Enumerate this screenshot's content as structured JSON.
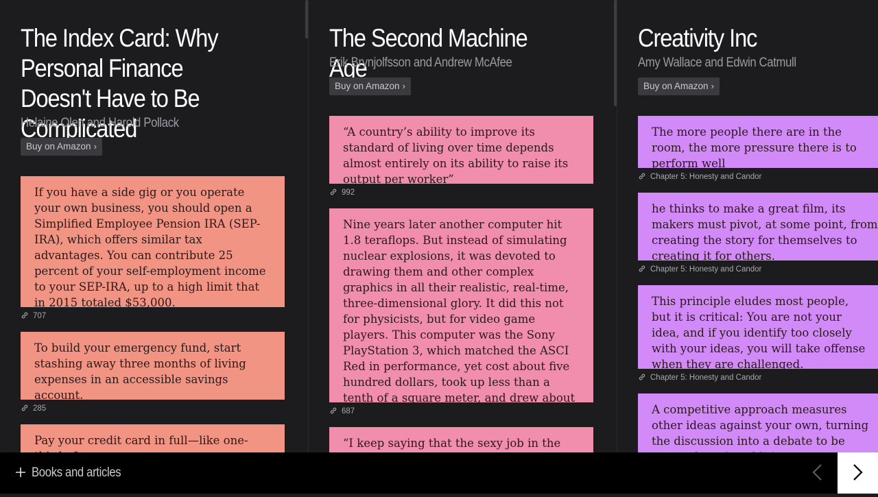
{
  "columns": [
    {
      "title": "The Index Card: Why Personal Finance Doesn't Have to Be Complicated",
      "authors": "Helaine Olen and Harold Pollack",
      "buy_label": "Buy on Amazon",
      "color": "#f19483",
      "highlights": [
        {
          "text": "If you have a side gig or you operate your own business, you should open a Simplified Employee Pension IRA (SEP-IRA), which offers similar tax advantages. You can contribute 25 percent of your self-employment income to your SEP-IRA, up to a high limit that in 2015 totaled $53,000.",
          "meta": "707"
        },
        {
          "text": "To build your emergency fund, start stashing away three months of living expenses in an accessible savings account.",
          "meta": "285"
        },
        {
          "text": "Pay your credit card in full—like one-third of",
          "meta": ""
        }
      ]
    },
    {
      "title": "The Second Machine Age",
      "authors": "Erik Brynjolfsson and Andrew McAfee",
      "buy_label": "Buy on Amazon",
      "color": "#f18eae",
      "highlights": [
        {
          "text": "“A country’s ability to improve its standard of living over time depends almost entirely on its ability to raise its output per worker”",
          "meta": "992"
        },
        {
          "text": "Nine years later another computer hit 1.8 teraflops. But instead of simulating nuclear explosions, it was devoted to drawing them and other complex graphics in all their realistic, real-time, three-dimensional glory. It did this not for physicists, but for video game players. This computer was the Sony PlayStation 3, which matched the ASCI Red in performance, yet cost about five hundred dollars, took up less than a tenth of a square meter, and drew about two hundred watts.",
          "meta": "687"
        },
        {
          "text": "“I keep saying that the sexy job in the next ten",
          "meta": ""
        }
      ]
    },
    {
      "title": "Creativity Inc",
      "authors": "Amy Wallace and Edwin Catmull",
      "buy_label": "Buy on Amazon",
      "color": "#d18af8",
      "highlights": [
        {
          "text": "The more people there are in the room, the more pressure there is to perform well",
          "meta": "Chapter 5: Honesty and Candor"
        },
        {
          "text": "he thinks to make a great film, its makers must pivot, at some point, from creating the story for themselves to creating it for others.",
          "meta": "Chapter 5: Honesty and Candor"
        },
        {
          "text": "This principle eludes most people, but it is critical: You are not your idea, and if you identify too closely with your ideas, you will take offense when they are challenged.",
          "meta": "Chapter 5: Honesty and Candor"
        },
        {
          "text": "A competitive approach measures other ideas against your own, turning the discussion into a debate to be won or lost. An additive",
          "meta": ""
        }
      ]
    }
  ],
  "bottom_bar": {
    "add_label": "Books and articles",
    "prev_icon": "chevron-left-icon",
    "next_icon": "chevron-right-icon"
  }
}
